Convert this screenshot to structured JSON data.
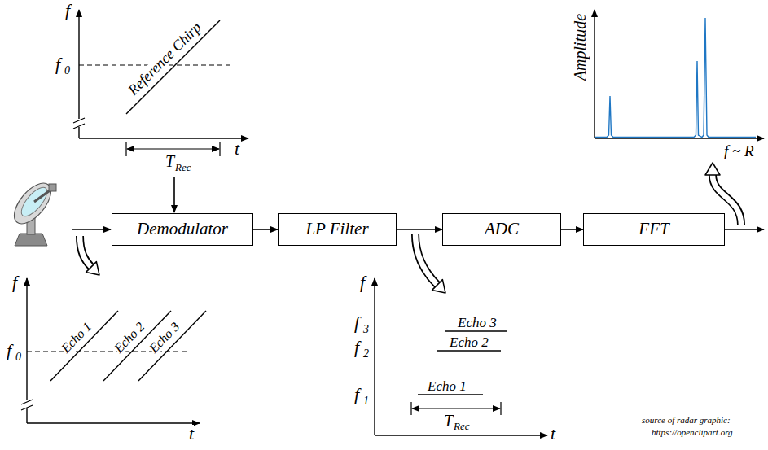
{
  "diagram": {
    "nodes": [
      {
        "text": [
          "Demodulator"
        ]
      },
      {
        "text": [
          "LP Filter"
        ]
      },
      {
        "text": [
          "ADC"
        ]
      },
      {
        "text": [
          "FFT"
        ]
      }
    ],
    "edges": [
      {
        "from": 0,
        "to": 1,
        "arrow": "to"
      },
      {
        "from": 1,
        "to": 2,
        "arrow": "to"
      },
      {
        "from": 2,
        "to": 3,
        "arrow": "to"
      }
    ],
    "labels": [
      "f",
      "f",
      "0",
      "Reference Chirp",
      "t",
      "T",
      "Rec",
      "f",
      "f",
      "0",
      "Echo 1",
      "Echo 2",
      "Echo 3",
      "t",
      "f",
      "f",
      "3",
      "f",
      "2",
      "f",
      "1",
      "Echo 3",
      "Echo 2",
      "Echo 1",
      "t",
      "T",
      "Rec",
      "Amplitude",
      "f ~ R",
      "source of radar graphic:",
      "https://openclipart.org"
    ]
  }
}
